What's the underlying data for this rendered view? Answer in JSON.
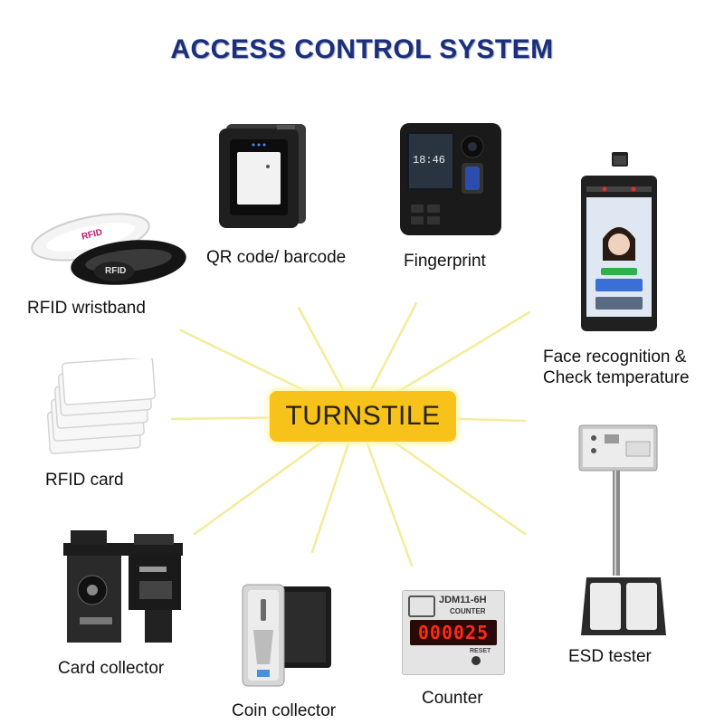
{
  "title": "ACCESS CONTROL SYSTEM",
  "hub": "TURNSTILE",
  "devices": {
    "qr": {
      "label": "QR code/ barcode"
    },
    "fingerprint": {
      "label": "Fingerprint",
      "screen_time": "18:46"
    },
    "wristband": {
      "label": "RFID wristband",
      "tag_text": "RFID"
    },
    "face": {
      "label_line1": "Face recognition &",
      "label_line2": "Check temperature"
    },
    "rfid_card": {
      "label": "RFID card"
    },
    "esd": {
      "label": "ESD tester"
    },
    "card_collector": {
      "label": "Card collector"
    },
    "coin_collector": {
      "label": "Coin collector"
    },
    "counter": {
      "label": "Counter",
      "model": "JDM11-6H",
      "caption": "COUNTER",
      "display": "000025",
      "reset": "RESET"
    }
  },
  "colors": {
    "title": "#1b2f7a",
    "hub": "#f7c21a",
    "rays": "#f3ec9a",
    "counter_led": "#ff2a1a"
  }
}
